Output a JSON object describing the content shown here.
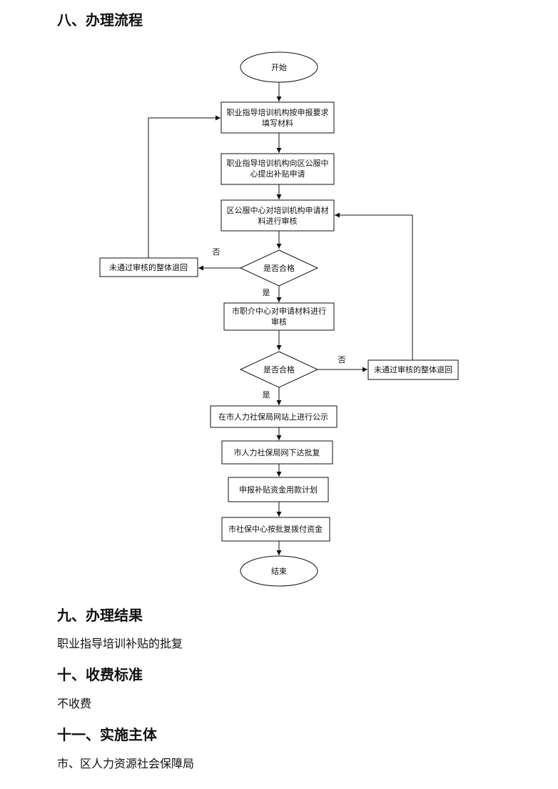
{
  "sections": {
    "process_title": "八、办理流程",
    "result_title": "九、办理结果",
    "result_text": "职业指导培训补贴的批复",
    "fee_title": "十、收费标准",
    "fee_text": "不收费",
    "subject_title": "十一、实施主体",
    "subject_text": "市、区人力资源社会保障局"
  },
  "flowchart": {
    "start": "开始",
    "step_fill_materials": [
      "职业指导培训机构按申报要求",
      "填写材料"
    ],
    "step_apply_subsidy": [
      "职业指导培训机构向区公服中",
      "心提出补贴申请"
    ],
    "step_district_review": [
      "区公服中心对培训机构申请材",
      "料进行审核"
    ],
    "decision_1": "是否合格",
    "reject_1": "未通过审核的整体退回",
    "no_label_1": "否",
    "yes_label_1": "是",
    "step_city_review": [
      "市职介中心对申请材料进行",
      "审核"
    ],
    "decision_2": "是否合格",
    "reject_2": "未通过审核的整体退回",
    "no_label_2": "否",
    "yes_label_2": "是",
    "step_publish": "在市人力社保局网站上进行公示",
    "step_approve": "市人力社保局网下达批复",
    "step_fund_plan": "申报补贴资金用款计划",
    "step_disburse": "市社保中心按批复拨付资金",
    "end": "结束"
  }
}
